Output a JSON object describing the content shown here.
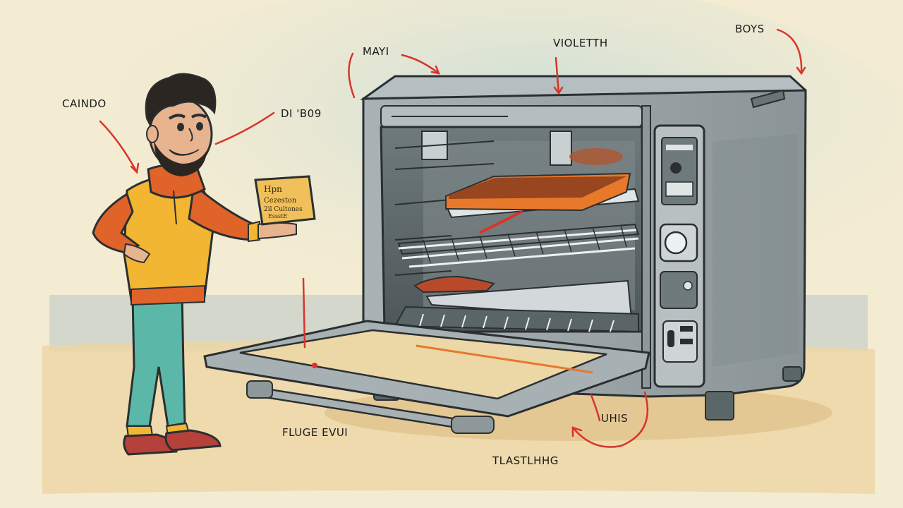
{
  "labels": {
    "top_left": "CAINDO",
    "near_face": "DI 'B09",
    "top_center_left": "MAYI",
    "top_center": "VIOLETTH",
    "top_right": "BOYS",
    "bottom_left": "FLUGE EVUI",
    "bottom_right": "UHIS",
    "bottom_center": "TLASTLHHG"
  },
  "box": {
    "line1": "Hpn",
    "line2": "Cezeston",
    "line3": "2il Cultones",
    "line4": "EssstE"
  },
  "colors": {
    "background": "#f4ecd2",
    "oven_body": "#9ea7a9",
    "oven_dark": "#5b6669",
    "arrow_red": "#d8342a",
    "sweater": "#f2b632",
    "hood": "#e0632a",
    "jeans": "#5bb8a8",
    "shoes": "#b5413a",
    "box": "#f0c05a",
    "tray_food": "#e8782a"
  }
}
